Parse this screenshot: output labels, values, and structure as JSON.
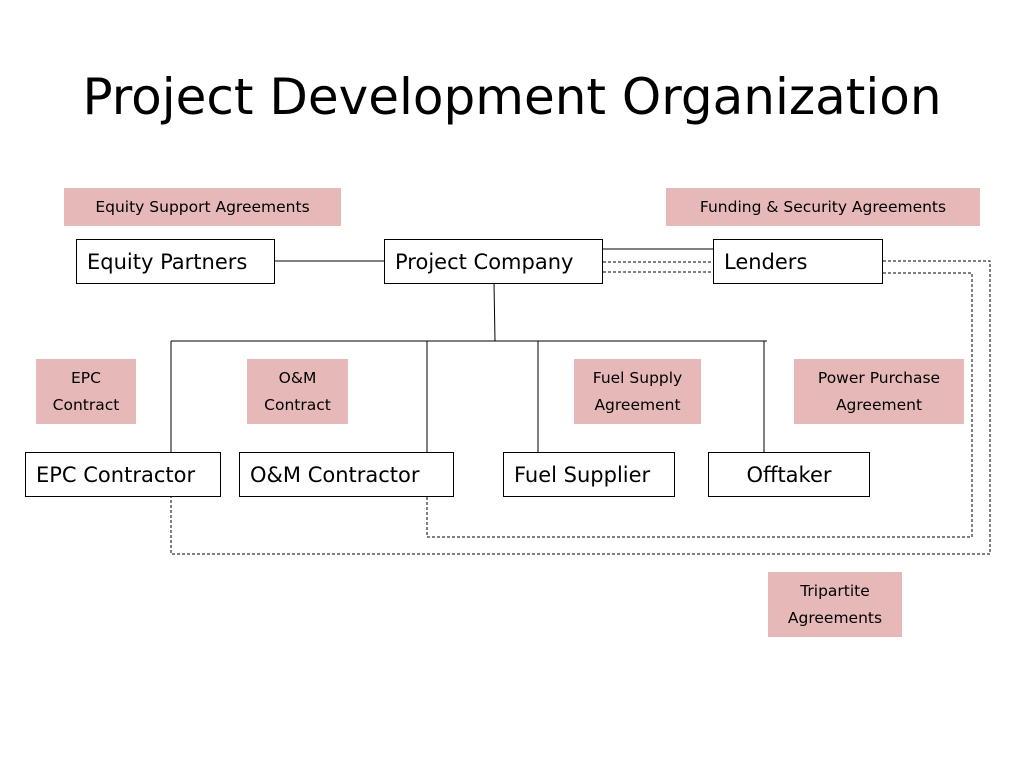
{
  "slide": {
    "title": "Project Development Organization"
  },
  "entities": {
    "equity_partners": "Equity Partners",
    "project_company": "Project Company",
    "lenders": "Lenders",
    "epc_contractor": "EPC Contractor",
    "om_contractor": "O&M Contractor",
    "fuel_supplier": "Fuel Supplier",
    "offtaker": "Offtaker"
  },
  "agreements": {
    "equity_support": "Equity Support Agreements",
    "funding_security": "Funding & Security Agreements",
    "epc_contract": [
      "EPC",
      "Contract"
    ],
    "om_contract": [
      "O&M",
      "Contract"
    ],
    "fuel_supply": [
      "Fuel Supply",
      "Agreement"
    ],
    "power_purchase": [
      "Power Purchase",
      "Agreement"
    ],
    "tripartite": [
      "Tripartite",
      "Agreements"
    ]
  },
  "colors": {
    "agreement_fill": "#e6b9b8",
    "box_border": "#000000",
    "line": "#000000"
  }
}
